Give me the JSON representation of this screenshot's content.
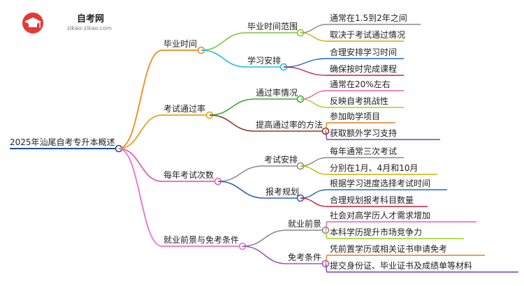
{
  "logo": {
    "title": "自考网",
    "url": "zikao-zikao.com"
  },
  "root": {
    "label": "2025年汕尾自考专升本概述",
    "color": "#1e4f8a"
  },
  "branches": [
    {
      "label": "毕业时间",
      "color": "#f08a1e",
      "children": [
        {
          "label": "毕业时间范围",
          "color": "#7cc63a",
          "leaves": [
            "通常在1.5到2年之间",
            "取决于考试通过情况"
          ]
        },
        {
          "label": "学习安排",
          "color": "#1fbfd6",
          "leaves": [
            "合理安排学习时间",
            "确保按时完成课程"
          ]
        }
      ]
    },
    {
      "label": "考试通过率",
      "color": "#e8a21c",
      "children": [
        {
          "label": "通过率情况",
          "color": "#3aa935",
          "leaves": [
            "通常在20%左右",
            "反映自考挑战性"
          ]
        },
        {
          "label": "提高通过率的方法",
          "color": "#8a3a2a",
          "leaves": [
            "参加助学项目",
            "获取额外学习支持"
          ]
        }
      ]
    },
    {
      "label": "每年考试次数",
      "color": "#e85fae",
      "children": [
        {
          "label": "考试安排",
          "color": "#8a8a8a",
          "leaves": [
            "每年通常三次考试",
            "分别在1月、4月和10月"
          ]
        },
        {
          "label": "报考规划",
          "color": "#2e5fb0",
          "leaves": [
            "根据学习进度选择考试时间",
            "合理规划报考科目数量"
          ]
        }
      ]
    },
    {
      "label": "就业前景与免考条件",
      "color": "#e86fd6",
      "children": [
        {
          "label": "就业前景",
          "color": "#8a8a8a",
          "leaves": [
            "社会对高学历人才需求增加",
            "本科学历提升市场竞争力"
          ]
        },
        {
          "label": "免考条件",
          "color": "#9b59c8",
          "leaves": [
            "凭前置学历或相关证书申请免考",
            "提交身份证、毕业证书及成绩单等材料"
          ]
        }
      ]
    }
  ],
  "leaf_colors": [
    "#8a8a8a",
    "#c8b400",
    "#1f6ab8",
    "#c81e3a",
    "#e85fae",
    "#a0d21e",
    "#e87c1e",
    "#7a3ab8"
  ]
}
